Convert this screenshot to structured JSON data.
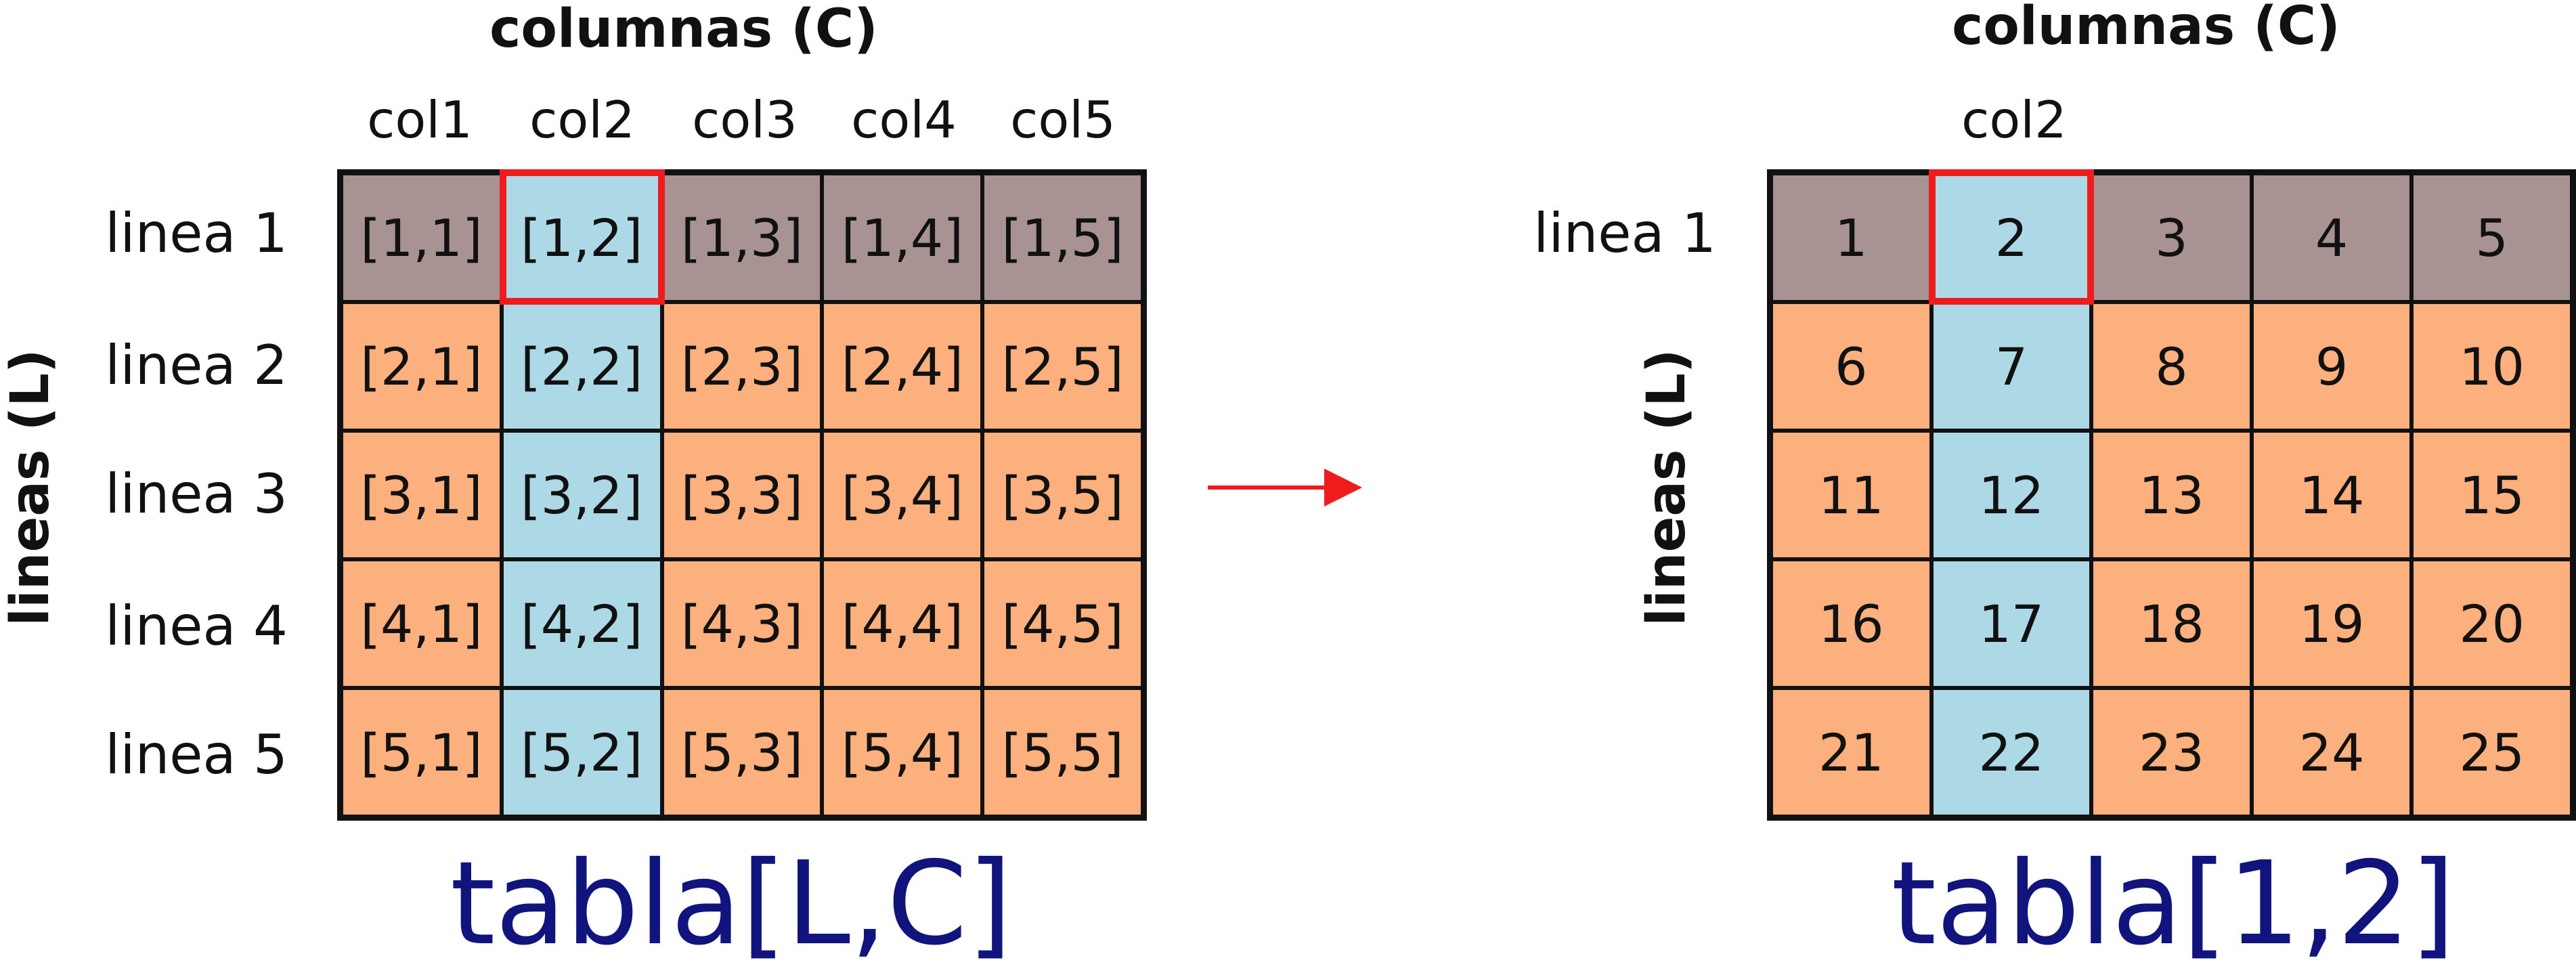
{
  "left": {
    "columns_title": "columnas (C)",
    "rows_title": "lineas (L)",
    "col_headers": [
      "col1",
      "col2",
      "col3",
      "col4",
      "col5"
    ],
    "row_labels": [
      "linea 1",
      "linea 2",
      "linea 3",
      "linea 4",
      "linea 5"
    ],
    "cells": [
      [
        "[1,1]",
        "[1,2]",
        "[1,3]",
        "[1,4]",
        "[1,5]"
      ],
      [
        "[2,1]",
        "[2,2]",
        "[2,3]",
        "[2,4]",
        "[2,5]"
      ],
      [
        "[3,1]",
        "[3,2]",
        "[3,3]",
        "[3,4]",
        "[3,5]"
      ],
      [
        "[4,1]",
        "[4,2]",
        "[4,3]",
        "[4,4]",
        "[4,5]"
      ],
      [
        "[5,1]",
        "[5,2]",
        "[5,3]",
        "[5,4]",
        "[5,5]"
      ]
    ],
    "caption": "tabla[L,C]"
  },
  "right": {
    "columns_title": "columnas (C)",
    "rows_title": "lineas (L)",
    "col_header": "col2",
    "row_label": "linea 1",
    "cells": [
      [
        "1",
        "2",
        "3",
        "4",
        "5"
      ],
      [
        "6",
        "7",
        "8",
        "9",
        "10"
      ],
      [
        "11",
        "12",
        "13",
        "14",
        "15"
      ],
      [
        "16",
        "17",
        "18",
        "19",
        "20"
      ],
      [
        "21",
        "22",
        "23",
        "24",
        "25"
      ]
    ],
    "caption": "tabla[1,2]"
  },
  "colors": {
    "header_row": "#a89292",
    "body": "#fcb07e",
    "selected_column": "#add8e6",
    "highlight_border": "#ee1c1c",
    "arrow": "#ee1c1c",
    "caption": "#10147c"
  }
}
